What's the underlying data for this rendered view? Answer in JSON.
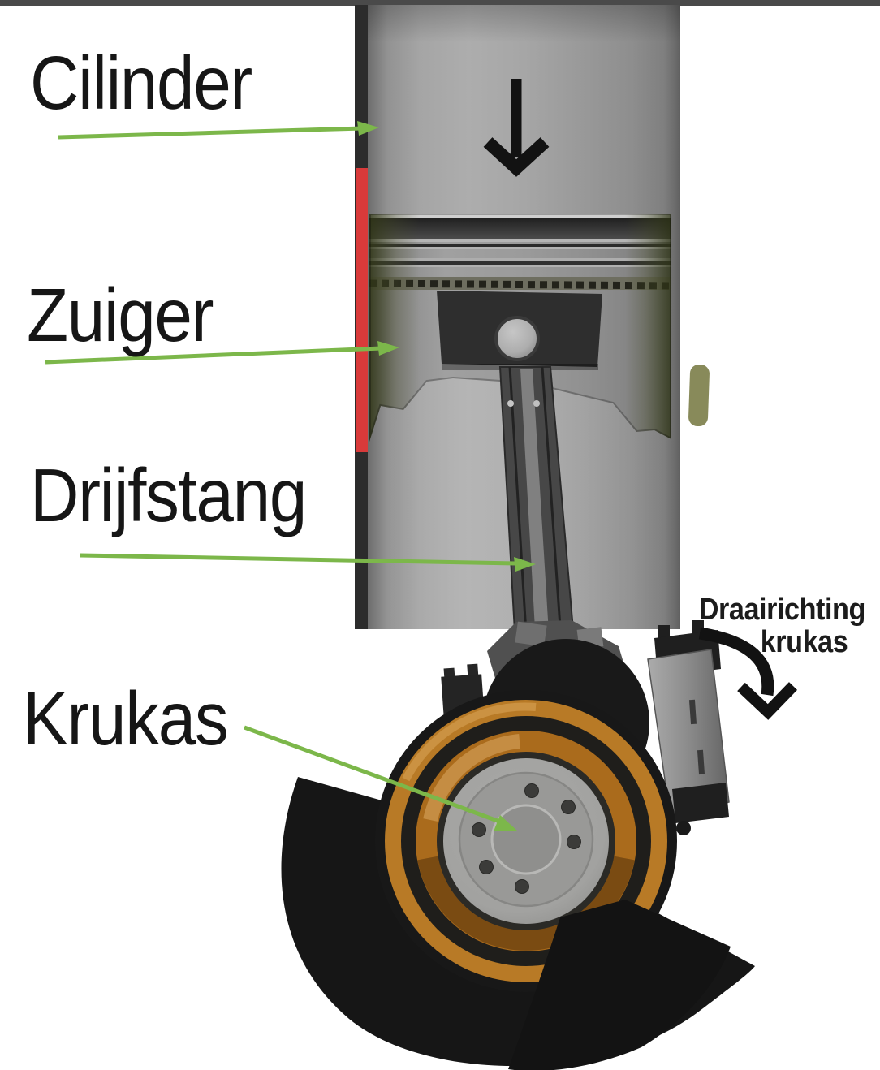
{
  "diagram": {
    "title_present": false,
    "labels": {
      "cylinder": "Cilinder",
      "piston": "Zuiger",
      "connecting_rod": "Drijfstang",
      "crankshaft": "Krukas",
      "rotation_line1": "Draairichting",
      "rotation_line2": "krukas"
    },
    "colors": {
      "leader-green": "#7cb74a",
      "stripe-red": "#d93a3a",
      "ring-orange": "#aa6b1c",
      "ring-orange-bright": "#b87a26",
      "arrow-black": "#121212"
    },
    "icons": {
      "down_arrow": "downward piston motion arrow",
      "rotation_arrow": "clockwise crankshaft rotation arrow",
      "leader_arrows": "green label leader arrows"
    }
  }
}
